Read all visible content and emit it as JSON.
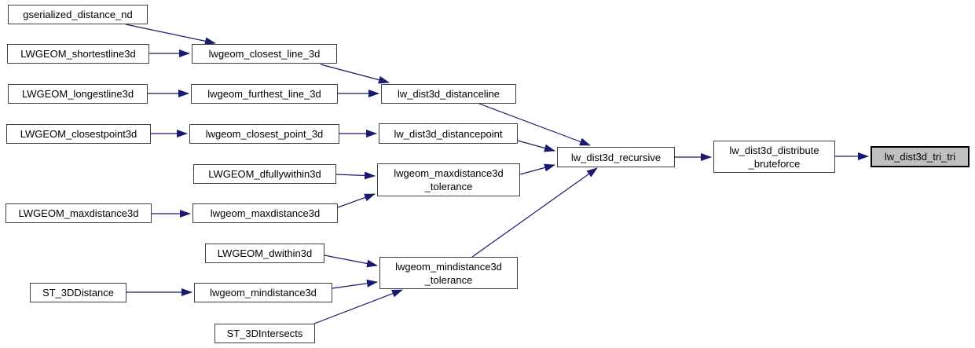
{
  "diagram": {
    "type": "call-graph",
    "edge_color": "#191970",
    "node_border_color": "#404040",
    "node_fill": "#ffffff",
    "highlight_fill": "#bfbfbf",
    "nodes": [
      {
        "id": "gserialized_distance_nd",
        "label": "gserialized_distance_nd",
        "highlighted": false
      },
      {
        "id": "LWGEOM_shortestline3d",
        "label": "LWGEOM_shortestline3d",
        "highlighted": false
      },
      {
        "id": "LWGEOM_longestline3d",
        "label": "LWGEOM_longestline3d",
        "highlighted": false
      },
      {
        "id": "LWGEOM_closestpoint3d",
        "label": "LWGEOM_closestpoint3d",
        "highlighted": false
      },
      {
        "id": "LWGEOM_maxdistance3d",
        "label": "LWGEOM_maxdistance3d",
        "highlighted": false
      },
      {
        "id": "ST_3DDistance",
        "label": "ST_3DDistance",
        "highlighted": false
      },
      {
        "id": "lwgeom_closest_line_3d",
        "label": "lwgeom_closest_line_3d",
        "highlighted": false
      },
      {
        "id": "lwgeom_furthest_line_3d",
        "label": "lwgeom_furthest_line_3d",
        "highlighted": false
      },
      {
        "id": "lwgeom_closest_point_3d",
        "label": "lwgeom_closest_point_3d",
        "highlighted": false
      },
      {
        "id": "LWGEOM_dfullywithin3d",
        "label": "LWGEOM_dfullywithin3d",
        "highlighted": false
      },
      {
        "id": "lwgeom_maxdistance3d",
        "label": "lwgeom_maxdistance3d",
        "highlighted": false
      },
      {
        "id": "LWGEOM_dwithin3d",
        "label": "LWGEOM_dwithin3d",
        "highlighted": false
      },
      {
        "id": "lwgeom_mindistance3d",
        "label": "lwgeom_mindistance3d",
        "highlighted": false
      },
      {
        "id": "ST_3DIntersects",
        "label": "ST_3DIntersects",
        "highlighted": false
      },
      {
        "id": "lw_dist3d_distanceline",
        "label": "lw_dist3d_distanceline",
        "highlighted": false
      },
      {
        "id": "lw_dist3d_distancepoint",
        "label": "lw_dist3d_distancepoint",
        "highlighted": false
      },
      {
        "id": "lwgeom_maxdistance3d_tolerance",
        "label": "lwgeom_maxdistance3d\n_tolerance",
        "highlighted": false
      },
      {
        "id": "lwgeom_mindistance3d_tolerance",
        "label": "lwgeom_mindistance3d\n_tolerance",
        "highlighted": false
      },
      {
        "id": "lw_dist3d_recursive",
        "label": "lw_dist3d_recursive",
        "highlighted": false
      },
      {
        "id": "lw_dist3d_distribute_bruteforce",
        "label": "lw_dist3d_distribute\n_bruteforce",
        "highlighted": false
      },
      {
        "id": "lw_dist3d_tri_tri",
        "label": "lw_dist3d_tri_tri",
        "highlighted": true
      }
    ],
    "edges": [
      {
        "from": "gserialized_distance_nd",
        "to": "lwgeom_closest_line_3d"
      },
      {
        "from": "LWGEOM_shortestline3d",
        "to": "lwgeom_closest_line_3d"
      },
      {
        "from": "LWGEOM_longestline3d",
        "to": "lwgeom_furthest_line_3d"
      },
      {
        "from": "lwgeom_closest_line_3d",
        "to": "lw_dist3d_distanceline"
      },
      {
        "from": "lwgeom_furthest_line_3d",
        "to": "lw_dist3d_distanceline"
      },
      {
        "from": "LWGEOM_closestpoint3d",
        "to": "lwgeom_closest_point_3d"
      },
      {
        "from": "lwgeom_closest_point_3d",
        "to": "lw_dist3d_distancepoint"
      },
      {
        "from": "lw_dist3d_distanceline",
        "to": "lw_dist3d_recursive"
      },
      {
        "from": "lw_dist3d_distancepoint",
        "to": "lw_dist3d_recursive"
      },
      {
        "from": "LWGEOM_dfullywithin3d",
        "to": "lwgeom_maxdistance3d_tolerance"
      },
      {
        "from": "LWGEOM_maxdistance3d",
        "to": "lwgeom_maxdistance3d"
      },
      {
        "from": "lwgeom_maxdistance3d",
        "to": "lwgeom_maxdistance3d_tolerance"
      },
      {
        "from": "lwgeom_maxdistance3d_tolerance",
        "to": "lw_dist3d_recursive"
      },
      {
        "from": "LWGEOM_dwithin3d",
        "to": "lwgeom_mindistance3d_tolerance"
      },
      {
        "from": "ST_3DDistance",
        "to": "lwgeom_mindistance3d"
      },
      {
        "from": "lwgeom_mindistance3d",
        "to": "lwgeom_mindistance3d_tolerance"
      },
      {
        "from": "ST_3DIntersects",
        "to": "lwgeom_mindistance3d_tolerance"
      },
      {
        "from": "lwgeom_mindistance3d_tolerance",
        "to": "lw_dist3d_recursive"
      },
      {
        "from": "lw_dist3d_recursive",
        "to": "lw_dist3d_distribute_bruteforce"
      },
      {
        "from": "lw_dist3d_distribute_bruteforce",
        "to": "lw_dist3d_tri_tri"
      }
    ]
  }
}
